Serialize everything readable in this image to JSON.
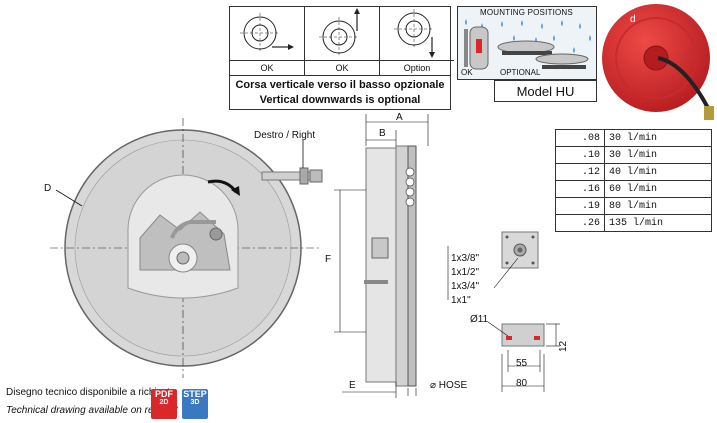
{
  "orientation_panel": {
    "cells": [
      {
        "label": "OK",
        "arrow": "right"
      },
      {
        "label": "OK",
        "arrow": "up"
      },
      {
        "label": "Option",
        "arrow": "down"
      }
    ],
    "note_it": "Corsa verticale verso il basso opzionale",
    "note_en": "Vertical downwards is optional"
  },
  "mounting": {
    "title": "MOUNTING POSITIONS",
    "ok_label": "OK",
    "optional_label": "OPTIONAL"
  },
  "model": {
    "label": "Model HU",
    "color": "#d8282c"
  },
  "spec_table": [
    {
      "size": ".08",
      "flow": "30 l/min"
    },
    {
      "size": ".10",
      "flow": "30 l/min"
    },
    {
      "size": ".12",
      "flow": "40 l/min"
    },
    {
      "size": ".16",
      "flow": "60 l/min"
    },
    {
      "size": ".19",
      "flow": "80 l/min"
    },
    {
      "size": ".26",
      "flow": "135 l/min"
    }
  ],
  "drawing": {
    "direction_label": "Destro / Right",
    "dim_d": "D",
    "dim_a": "A",
    "dim_b": "B",
    "dim_f": "F",
    "dim_e": "E",
    "hose_label": "⌀ HOSE",
    "inlet_sizes": [
      "1x3/8\"",
      "1x1/2\"",
      "1x3/4\"",
      "1x1\""
    ],
    "bracket": {
      "hole": "Ø11",
      "w1": "55",
      "w2": "80",
      "h": "12"
    }
  },
  "footer": {
    "line_it": "Disegno tecnico disponibile a richiesta",
    "line_en": "Technical drawing available on request",
    "pdf_label": "PDF",
    "pdf_sub": "2D",
    "step_label": "STEP",
    "step_sub": "3D",
    "pdf_color": "#d8282c",
    "step_color": "#3a78c2"
  }
}
